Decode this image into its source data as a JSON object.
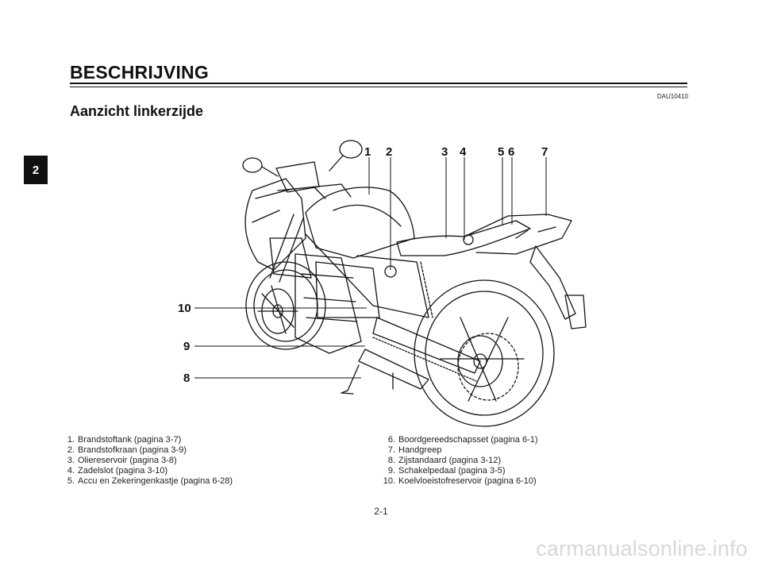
{
  "header": {
    "title": "BESCHRIJVING",
    "doc_code": "DAU10410"
  },
  "section": {
    "title": "Aanzicht linkerzijde"
  },
  "chapter_tab": "2",
  "callouts": {
    "c1": "1",
    "c2": "2",
    "c3": "3",
    "c4": "4",
    "c5": "5",
    "c6": "6",
    "c7": "7",
    "c8": "8",
    "c9": "9",
    "c10": "10"
  },
  "legend": {
    "left": [
      {
        "num": "1.",
        "text": "Brandstoftank (pagina 3-7)"
      },
      {
        "num": "2.",
        "text": "Brandstofkraan (pagina 3-9)"
      },
      {
        "num": "3.",
        "text": "Oliereservoir (pagina 3-8)"
      },
      {
        "num": "4.",
        "text": "Zadelslot (pagina 3-10)"
      },
      {
        "num": "5.",
        "text": "Accu en Zekeringenkastje (pagina 6-28)"
      }
    ],
    "right": [
      {
        "num": "6.",
        "text": "Boordgereedschapsset (pagina 6-1)"
      },
      {
        "num": "7.",
        "text": "Handgreep"
      },
      {
        "num": "8.",
        "text": "Zijstandaard (pagina 3-12)"
      },
      {
        "num": "9.",
        "text": "Schakelpedaal (pagina 3-5)"
      },
      {
        "num": "10.",
        "text": "Koelvloeistofreservoir (pagina 6-10)"
      }
    ]
  },
  "page_number": "2-1",
  "watermark": "carmanualsonline.info"
}
